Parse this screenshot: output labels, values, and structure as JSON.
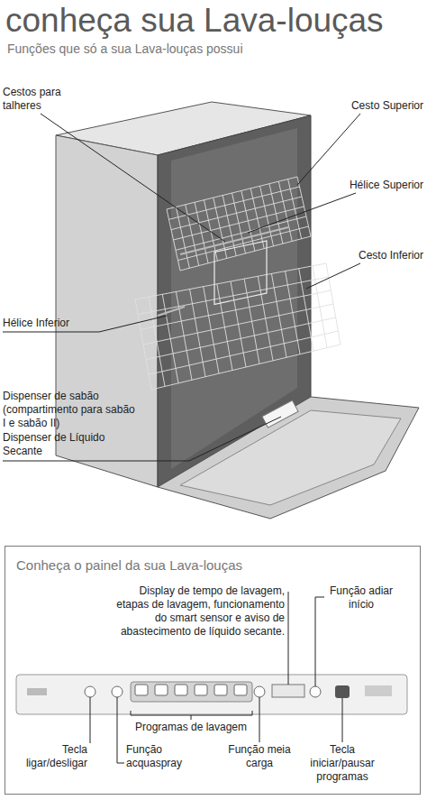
{
  "diagram": {
    "title": "conheça sua Lava-louças",
    "nodes": [
      {
        "text": [
          "Conheça o painel da sua Lava-louças"
        ]
      }
    ],
    "labels": [
      "Funções que só a sua Lava-louças possui",
      "Cestos para talheres",
      "Cesto Superior",
      "Hélice Superior",
      "Cesto Inferior",
      "Hélice Inferior",
      "Dispenser de sabão (compartimento para sabão I e sabão II)",
      "Dispenser de Líquido Secante",
      "Display de tempo de lavagem, etapas de lavagem, funcionamento do smart sensor e aviso de abastecimento de líquido secante.",
      "Função adiar início",
      "Programas de lavagem",
      "Tecla ligar/desligar",
      "Função acquaspray",
      "Função meia carga",
      "Tecla iniciar/pausar programas"
    ]
  }
}
